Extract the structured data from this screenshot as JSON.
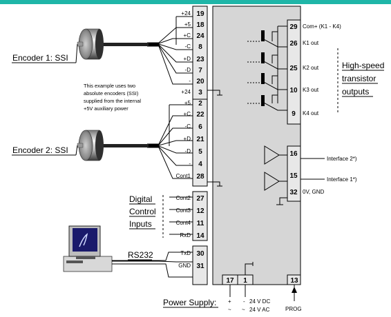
{
  "colors": {
    "banner": "#1fb6a8",
    "module": "#d6d6d6",
    "terminal": "#e8e8e8"
  },
  "left_terminals": [
    {
      "pin": "19",
      "label": "+24"
    },
    {
      "pin": "18",
      "label": "+5"
    },
    {
      "pin": "24",
      "label": "+C"
    },
    {
      "pin": "8",
      "label": "-C"
    },
    {
      "pin": "23",
      "label": "+D"
    },
    {
      "pin": "7",
      "label": "-D"
    },
    {
      "pin": "20",
      "label": "-"
    },
    {
      "pin": "3",
      "label": "+24"
    },
    {
      "pin": "2",
      "label": "+5"
    },
    {
      "pin": "22",
      "label": "+C"
    },
    {
      "pin": "6",
      "label": "-C"
    },
    {
      "pin": "21",
      "label": "+D"
    },
    {
      "pin": "5",
      "label": "-D"
    },
    {
      "pin": "4",
      "label": "-"
    },
    {
      "pin": "28",
      "label": "Cont1"
    },
    {
      "pin": "27",
      "label": "Cont2"
    },
    {
      "pin": "12",
      "label": "Cont3"
    },
    {
      "pin": "11",
      "label": "Cont4"
    },
    {
      "pin": "14",
      "label": "RxD"
    },
    {
      "pin": "30",
      "label": "TxD"
    },
    {
      "pin": "31",
      "label": "GND"
    }
  ],
  "right_terminals": [
    {
      "pin": "29",
      "label": "Com+ (K1 - K4)"
    },
    {
      "pin": "26",
      "label": "K1 out"
    },
    {
      "pin": "25",
      "label": "K2 out"
    },
    {
      "pin": "10",
      "label": "K3 out"
    },
    {
      "pin": "9",
      "label": "K4 out"
    },
    {
      "pin": "16",
      "label": ""
    },
    {
      "pin": "15",
      "label": ""
    },
    {
      "pin": "32",
      "label": "0V, GND"
    }
  ],
  "bottom_terminals": [
    {
      "pin": "17"
    },
    {
      "pin": "1"
    },
    {
      "pin": "13"
    }
  ],
  "labels": {
    "encoder1": "Encoder 1: SSI",
    "encoder2": "Encoder 2: SSI",
    "note": [
      "This example uses two",
      "absolute encoders (SSI)",
      "supplied from the internal",
      "+5V auxiliary power"
    ],
    "digital_inputs": [
      "Digital",
      "Control",
      "Inputs"
    ],
    "rs232": "RS232",
    "high_speed": [
      "High-speed",
      "transistor",
      "outputs"
    ],
    "interface2": "Interface 2*)",
    "interface1": "Interface 1*)",
    "power_supply": "Power Supply:",
    "plus": "+",
    "minus": "-",
    "tilde": "~",
    "dc": "24 V DC",
    "ac": "24 V AC",
    "prog": "PROG"
  }
}
